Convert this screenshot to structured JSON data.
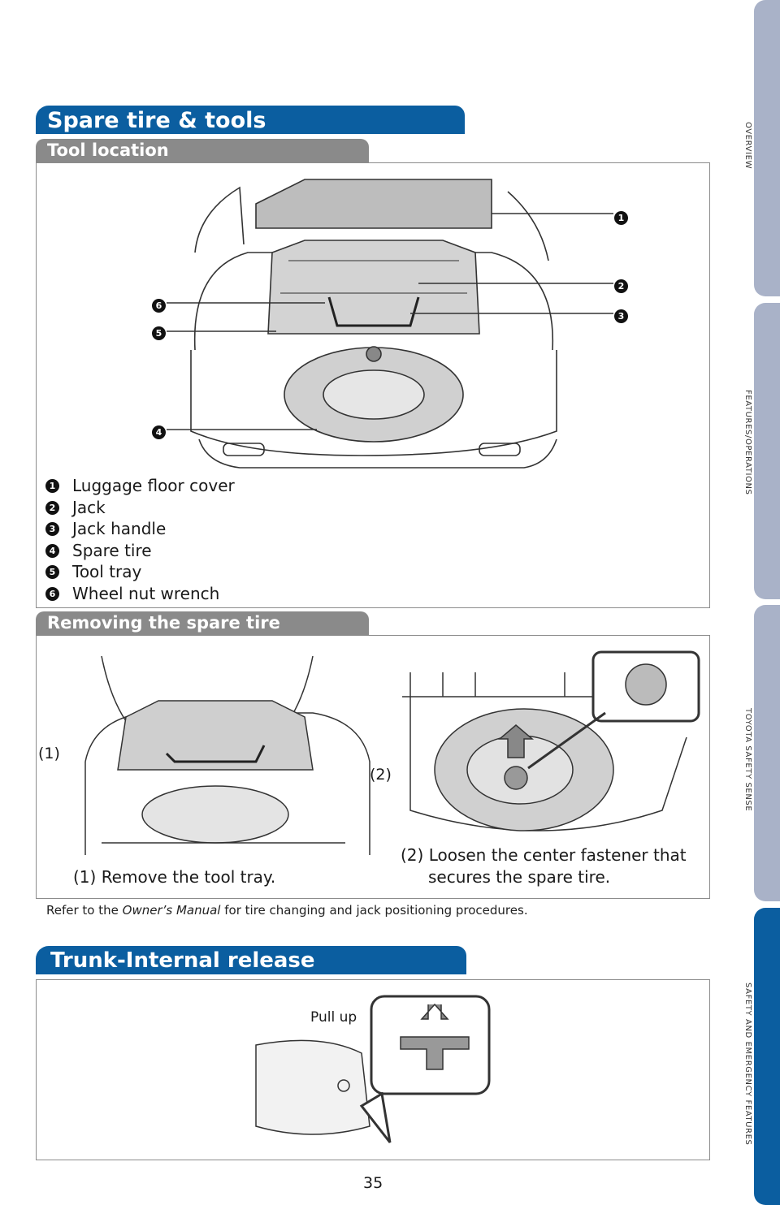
{
  "header": {
    "title": "Spare tire & tools"
  },
  "tool_location": {
    "heading": "Tool location",
    "callouts": [
      "1",
      "2",
      "3",
      "4",
      "5",
      "6"
    ],
    "legend": [
      {
        "num": "1",
        "label": "Luggage floor cover"
      },
      {
        "num": "2",
        "label": "Jack"
      },
      {
        "num": "3",
        "label": "Jack handle"
      },
      {
        "num": "4",
        "label": "Spare tire"
      },
      {
        "num": "5",
        "label": "Tool tray"
      },
      {
        "num": "6",
        "label": "Wheel nut wrench"
      }
    ]
  },
  "removing": {
    "heading": "Removing the spare tire",
    "marker1": "(1)",
    "marker2": "(2)",
    "caption1": "(1) Remove the tool tray.",
    "caption2_line1": "(2) Loosen the center fastener that",
    "caption2_line2": "secures the spare tire."
  },
  "note": {
    "prefix": "Refer to the ",
    "manual": "Owner’s Manual",
    "suffix": " for tire changing and jack positioning procedures."
  },
  "trunk": {
    "title": "Trunk-Internal release",
    "pull_up": "Pull up"
  },
  "page_number": "35",
  "side_tabs": [
    "OVERVIEW",
    "FEATURES/OPERATIONS",
    "TOYOTA SAFETY SENSE",
    "SAFETY AND EMERGENCY FEATURES"
  ],
  "colors": {
    "brand_blue": "#0b5ea0",
    "tab_gray": "#a9b2c8",
    "header_gray": "#8a8a8a"
  }
}
